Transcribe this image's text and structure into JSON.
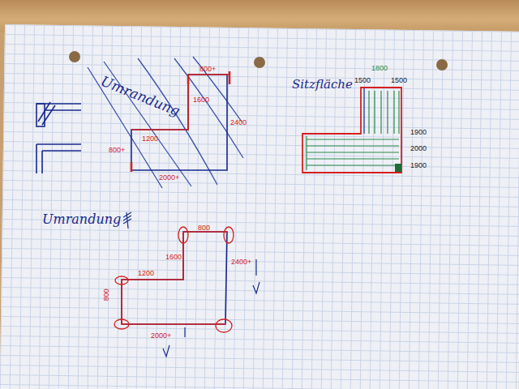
{
  "diagram": {
    "labels": [
      "Umrandung",
      "800+",
      "1600",
      "Sitzfläche",
      "1800",
      "1500",
      "1500",
      "2400",
      "1200",
      "1900",
      "2000",
      "1900",
      "800+",
      "2000+",
      "Umrandung",
      "800",
      "1600",
      "1200",
      "2400+",
      "800",
      "2000+"
    ]
  }
}
